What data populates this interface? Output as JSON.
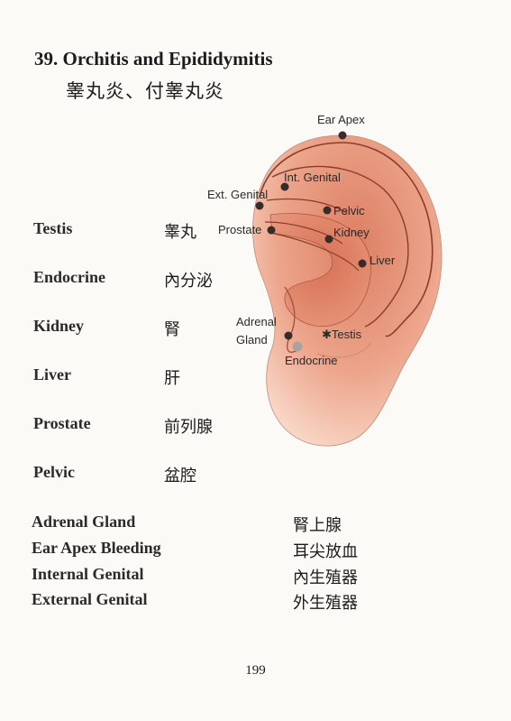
{
  "header": {
    "title": "39. Orchitis and Epididymitis",
    "subtitle": "睾丸炎、付睾丸炎"
  },
  "points": [
    {
      "en": "Testis",
      "cn": "睾丸"
    },
    {
      "en": "Endocrine",
      "cn": "內分泌"
    },
    {
      "en": "Kidney",
      "cn": "腎"
    },
    {
      "en": "Liver",
      "cn": "肝"
    },
    {
      "en": "Prostate",
      "cn": "前列腺"
    },
    {
      "en": "Pelvic",
      "cn": "盆腔"
    }
  ],
  "legend": [
    {
      "en": "Adrenal Gland",
      "cn": "腎上腺"
    },
    {
      "en": "Ear Apex Bleeding",
      "cn": "耳尖放血"
    },
    {
      "en": "Internal Genital",
      "cn": "內生殖器"
    },
    {
      "en": "External Genital",
      "cn": "外生殖器"
    }
  ],
  "ear_labels": {
    "ear_apex": "Ear Apex",
    "int_genital": "Int. Genital",
    "ext_genital": "Ext. Genital",
    "pelvic": "Pelvic",
    "prostate": "Prostate",
    "kidney": "Kidney",
    "liver": "Liver",
    "adrenal": "Adrenal",
    "gland": "Gland",
    "testis": "✱Testis",
    "endocrine": "Endocrine"
  },
  "page_number": "199"
}
